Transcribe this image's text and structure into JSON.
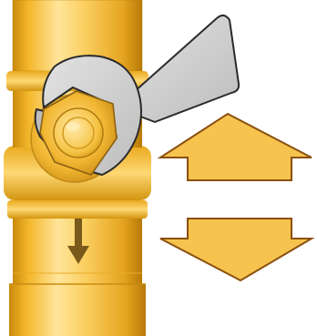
{
  "figure": {
    "subject": "ball-valve-spanner-tightening",
    "colors": {
      "background": "#ffffff",
      "brass_light": "#ffe59a",
      "brass_mid": "#f7c23a",
      "brass_dark": "#d99a12",
      "brass_deep": "#b87a08",
      "spanner_fill": "#cfcfcf",
      "spanner_edge": "#2b2b2b",
      "arrow_fill": "#f6c44e",
      "arrow_edge": "#8a5010",
      "flow_arrow": "#7a5a1a"
    },
    "icons": {
      "valve": "ball-valve-body",
      "spanner": "open-end-wrench",
      "flow": "flow-direction-down-arrow",
      "up": "up-arrow",
      "down": "down-arrow"
    }
  }
}
